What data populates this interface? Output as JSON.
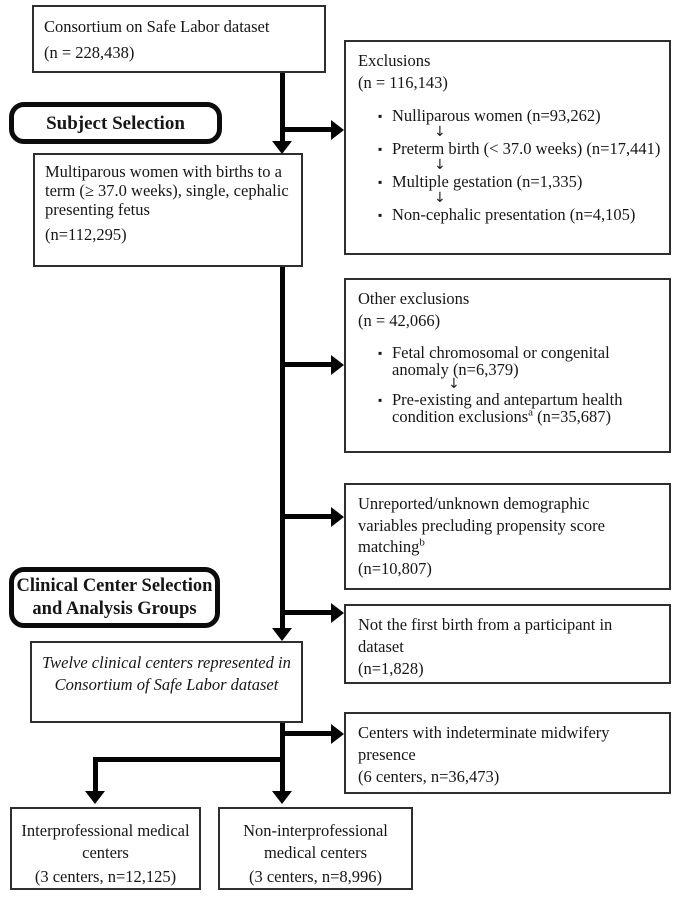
{
  "icons": {
    "bullet": "▪",
    "down_arrow": "↓"
  },
  "colors": {
    "ink": "#161616",
    "box_border": "#2e2e2e",
    "arrow": "#040404",
    "background": "#ffffff"
  },
  "boxes": {
    "consortium": {
      "line1": "Consortium on Safe Labor dataset",
      "line2": "(n = 228,438)"
    },
    "subject_selection": {
      "label": "Subject Selection"
    },
    "multiparous": {
      "text": "Multiparous women with births to a term (≥ 37.0 weeks), single, cephalic presenting fetus",
      "n": "(n=112,295)"
    },
    "exclusions": {
      "title": "Exclusions",
      "n": "(n = 116,143)",
      "items": [
        "Nulliparous women (n=93,262)",
        "Preterm birth (< 37.0 weeks) (n=17,441)",
        "Multiple gestation (n=1,335)",
        "Non-cephalic presentation (n=4,105)"
      ]
    },
    "other_exclusions": {
      "title": "Other exclusions",
      "n": "(n = 42,066)",
      "item1": "Fetal chromosomal or congenital anomaly (n=6,379)",
      "item2_text": "Pre-existing and antepartum health condition exclusions",
      "item2_sup": "a",
      "item2_n": " (n=35,687)"
    },
    "unreported": {
      "text": "Unreported/unknown demographic variables precluding propensity score matching",
      "sup": "b",
      "n": "(n=10,807)"
    },
    "not_first_birth": {
      "text": "Not the first birth from a participant in dataset",
      "n": "(n=1,828)"
    },
    "clinical_center": {
      "label_line1": "Clinical Center Selection",
      "label_line2": "and Analysis Groups"
    },
    "twelve_centers": {
      "text": "Twelve clinical centers represented in Consortium of Safe Labor dataset"
    },
    "indeterminate": {
      "text": "Centers with indeterminate midwifery presence",
      "n": "(6 centers, n=36,473)"
    },
    "interprofessional": {
      "name": "Interprofessional medical centers",
      "n": "(3 centers, n=12,125)"
    },
    "non_interprofessional": {
      "name": "Non-interprofessional medical centers",
      "n": "(3 centers, n=8,996)"
    }
  }
}
